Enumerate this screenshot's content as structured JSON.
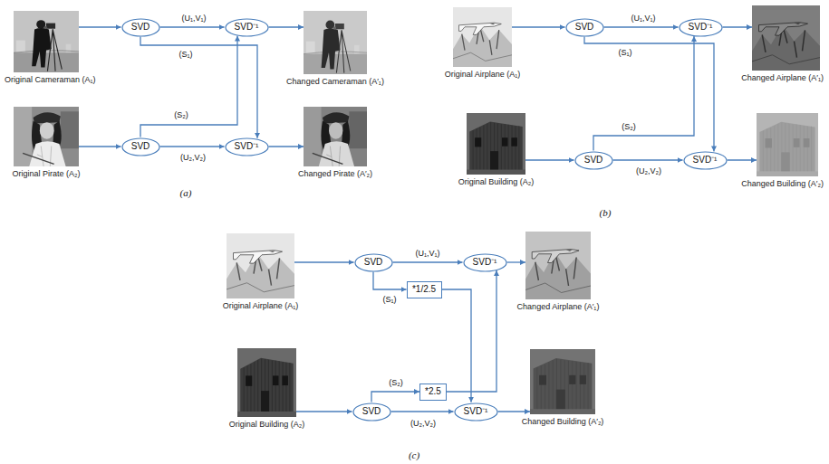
{
  "diagram": {
    "nodes": [
      {
        "text": [
          "Original Cameraman (A₁)"
        ]
      },
      {
        "text": [
          "SVD"
        ]
      },
      {
        "text": [
          "SVD⁻¹"
        ]
      },
      {
        "text": [
          "Changed Cameraman (A′₁)"
        ]
      },
      {
        "text": [
          "Original Pirate (A₂)"
        ]
      },
      {
        "text": [
          "SVD"
        ]
      },
      {
        "text": [
          "SVD⁻¹"
        ]
      },
      {
        "text": [
          "Changed Pirate (A′₂)"
        ]
      },
      {
        "text": [
          "Original Airplane (A₁)"
        ]
      },
      {
        "text": [
          "SVD"
        ]
      },
      {
        "text": [
          "SVD⁻¹"
        ]
      },
      {
        "text": [
          "Changed Airplane (A′₁)"
        ]
      },
      {
        "text": [
          "Original Building (A₂)"
        ]
      },
      {
        "text": [
          "SVD"
        ]
      },
      {
        "text": [
          "SVD⁻¹"
        ]
      },
      {
        "text": [
          "Changed Building (A′₂)"
        ]
      },
      {
        "text": [
          "Original Airplane (A₁)"
        ]
      },
      {
        "text": [
          "SVD"
        ]
      },
      {
        "text": [
          "*1/2.5"
        ]
      },
      {
        "text": [
          "SVD⁻¹"
        ]
      },
      {
        "text": [
          "Changed Airplane (A′₁)"
        ]
      },
      {
        "text": [
          "Original Building (A₂)"
        ]
      },
      {
        "text": [
          "SVD"
        ]
      },
      {
        "text": [
          "*2.5"
        ]
      },
      {
        "text": [
          "SVD⁻¹"
        ]
      },
      {
        "text": [
          "Changed Building (A′₂)"
        ]
      }
    ],
    "edges": [
      {
        "from": 0,
        "to": 1,
        "arrow": "to"
      },
      {
        "from": 1,
        "to": 2,
        "label": "(U₁,V₁)",
        "arrow": "to"
      },
      {
        "from": 2,
        "to": 3,
        "arrow": "to"
      },
      {
        "from": 4,
        "to": 5,
        "arrow": "to"
      },
      {
        "from": 5,
        "to": 6,
        "label": "(U₂,V₂)",
        "arrow": "to"
      },
      {
        "from": 6,
        "to": 7,
        "arrow": "to"
      },
      {
        "from": 1,
        "to": 6,
        "label": "(S₁)",
        "arrow": "to"
      },
      {
        "from": 5,
        "to": 2,
        "label": "(S₂)",
        "arrow": "to"
      },
      {
        "from": 8,
        "to": 9,
        "arrow": "to"
      },
      {
        "from": 9,
        "to": 10,
        "label": "(U₁,V₁)",
        "arrow": "to"
      },
      {
        "from": 10,
        "to": 11,
        "arrow": "to"
      },
      {
        "from": 12,
        "to": 13,
        "arrow": "to"
      },
      {
        "from": 13,
        "to": 14,
        "label": "(U₂,V₂)",
        "arrow": "to"
      },
      {
        "from": 14,
        "to": 15,
        "arrow": "to"
      },
      {
        "from": 9,
        "to": 14,
        "label": "(S₁)",
        "arrow": "to"
      },
      {
        "from": 13,
        "to": 10,
        "label": "(S₂)",
        "arrow": "to"
      },
      {
        "from": 16,
        "to": 17,
        "arrow": "to"
      },
      {
        "from": 17,
        "to": 19,
        "label": "(U₁,V₁)",
        "arrow": "to"
      },
      {
        "from": 19,
        "to": 20,
        "arrow": "to"
      },
      {
        "from": 17,
        "to": 18,
        "label": "(S₁)",
        "arrow": "to"
      },
      {
        "from": 18,
        "to": 24,
        "arrow": "to"
      },
      {
        "from": 21,
        "to": 22,
        "arrow": "to"
      },
      {
        "from": 22,
        "to": 24,
        "label": "(U₂,V₂)",
        "arrow": "to"
      },
      {
        "from": 24,
        "to": 25,
        "arrow": "to"
      },
      {
        "from": 22,
        "to": 23,
        "label": "(S₂)",
        "arrow": "to"
      },
      {
        "from": 23,
        "to": 19,
        "arrow": "to"
      }
    ],
    "labels": [
      "(a)",
      "(b)",
      "(c)"
    ]
  }
}
